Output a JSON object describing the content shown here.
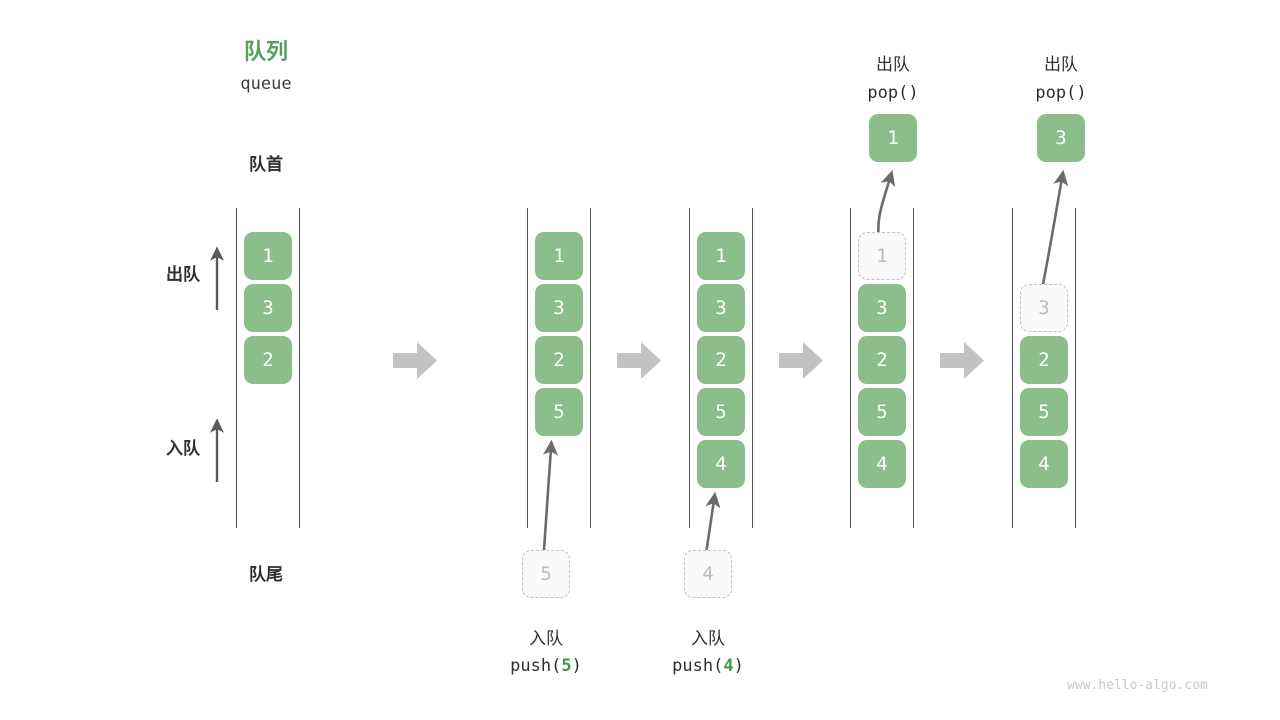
{
  "meta": {
    "watermark": "www.hello-algo.com",
    "colors": {
      "accent_green": "#55a05a",
      "cell_green": "#8cbe8c",
      "arg_green": "#3f9d45",
      "ghost_border": "#c2c2c2",
      "ghost_text": "#bdbdbd",
      "rail": "#595959",
      "arrow_grey": "#5a5a5a",
      "step_arrow_grey": "#c2c2c2",
      "text_dark": "#2f2f2f",
      "watermark_grey": "#c9c9c9"
    }
  },
  "header": {
    "title_cn": "队列",
    "title_en": "queue"
  },
  "side_labels": {
    "front": "队首",
    "rear": "队尾",
    "pop_arrow_label": "出队",
    "push_arrow_label": "入队"
  },
  "panels": [
    {
      "id": "panel-initial",
      "cells": [
        {
          "value": "1",
          "state": "filled"
        },
        {
          "value": "3",
          "state": "filled"
        },
        {
          "value": "2",
          "state": "filled"
        }
      ]
    },
    {
      "id": "panel-after-push-5",
      "cells": [
        {
          "value": "1",
          "state": "filled"
        },
        {
          "value": "3",
          "state": "filled"
        },
        {
          "value": "2",
          "state": "filled"
        },
        {
          "value": "5",
          "state": "filled"
        }
      ],
      "operation": {
        "kind": "push",
        "label_cn": "入队",
        "code_prefix": "push(",
        "code_arg": "5",
        "code_suffix": ")",
        "ghost_value": "5"
      }
    },
    {
      "id": "panel-after-push-4",
      "cells": [
        {
          "value": "1",
          "state": "filled"
        },
        {
          "value": "3",
          "state": "filled"
        },
        {
          "value": "2",
          "state": "filled"
        },
        {
          "value": "5",
          "state": "filled"
        },
        {
          "value": "4",
          "state": "filled"
        }
      ],
      "operation": {
        "kind": "push",
        "label_cn": "入队",
        "code_prefix": "push(",
        "code_arg": "4",
        "code_suffix": ")",
        "ghost_value": "4"
      }
    },
    {
      "id": "panel-after-pop-1",
      "cells": [
        {
          "value": "1",
          "state": "ghost"
        },
        {
          "value": "3",
          "state": "filled"
        },
        {
          "value": "2",
          "state": "filled"
        },
        {
          "value": "5",
          "state": "filled"
        },
        {
          "value": "4",
          "state": "filled"
        }
      ],
      "operation": {
        "kind": "pop",
        "label_cn": "出队",
        "code": "pop()",
        "popped_value": "1"
      }
    },
    {
      "id": "panel-after-pop-3",
      "cells": [
        {
          "value": "",
          "state": "empty"
        },
        {
          "value": "3",
          "state": "ghost"
        },
        {
          "value": "2",
          "state": "filled"
        },
        {
          "value": "5",
          "state": "filled"
        },
        {
          "value": "4",
          "state": "filled"
        }
      ],
      "operation": {
        "kind": "pop",
        "label_cn": "出队",
        "code": "pop()",
        "popped_value": "3"
      }
    }
  ],
  "step_arrows": [
    {
      "id": "step-arrow-1"
    },
    {
      "id": "step-arrow-2"
    },
    {
      "id": "step-arrow-3"
    },
    {
      "id": "step-arrow-4"
    }
  ]
}
